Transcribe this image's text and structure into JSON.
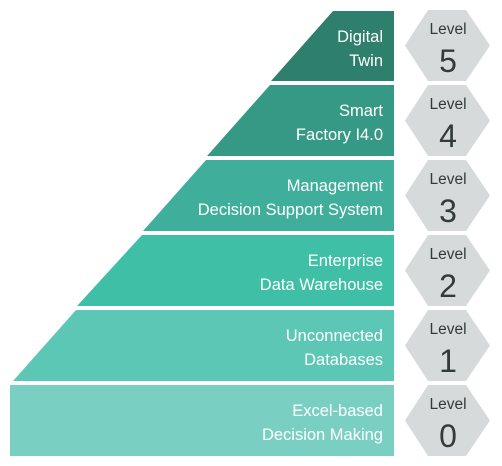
{
  "pyramid": {
    "tiers": [
      {
        "line1": "Digital",
        "line2": "Twin",
        "level_word": "Level",
        "level_num": "5",
        "color": "#2f7f6d"
      },
      {
        "line1": "Smart",
        "line2": "Factory I4.0",
        "level_word": "Level",
        "level_num": "4",
        "color": "#369985"
      },
      {
        "line1": "Management",
        "line2": "Decision Support System",
        "level_word": "Level",
        "level_num": "3",
        "color": "#3faf9c"
      },
      {
        "line1": "Enterprise",
        "line2": "Data Warehouse",
        "level_word": "Level",
        "level_num": "2",
        "color": "#3ebfa6"
      },
      {
        "line1": "Unconnected",
        "line2": "Databases",
        "level_word": "Level",
        "level_num": "1",
        "color": "#5cc7b4"
      },
      {
        "line1": "Excel-based",
        "line2": "Decision Making",
        "level_word": "Level",
        "level_num": "0",
        "color": "#79d0c2"
      }
    ],
    "hexagon_color": "#d7dadb"
  }
}
